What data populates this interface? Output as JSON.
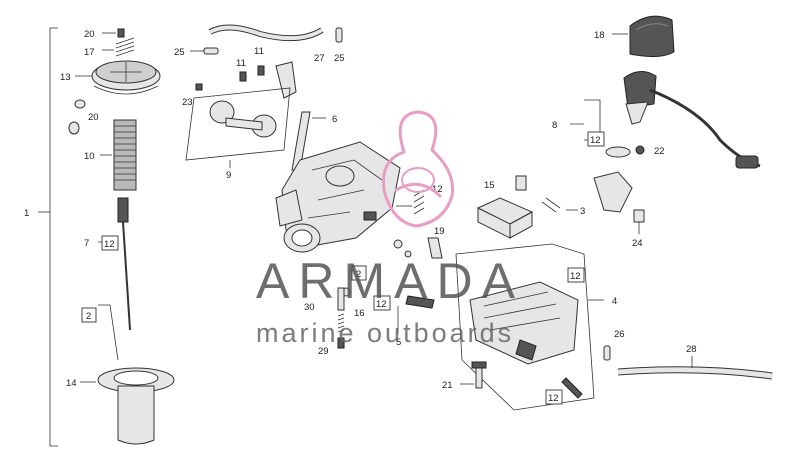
{
  "callouts": {
    "c1": "1",
    "c2a": "2",
    "c2b": "2",
    "c3": "3",
    "c4": "4",
    "c5": "5",
    "c6": "6",
    "c7": "7",
    "c8": "8",
    "c9": "9",
    "c10": "10",
    "c11a": "11",
    "c11b": "11",
    "c12a": "12",
    "c12b": "12",
    "c12c": "12",
    "c12d": "12",
    "c12e": "12",
    "c12f": "12",
    "c13": "13",
    "c14": "14",
    "c15": "15",
    "c16": "16",
    "c17": "17",
    "c18": "18",
    "c19": "19",
    "c20a": "20",
    "c20b": "20",
    "c21": "21",
    "c22": "22",
    "c23": "23",
    "c24": "24",
    "c25a": "25",
    "c25b": "25",
    "c26": "26",
    "c27": "27",
    "c28": "28",
    "c29": "29",
    "c30": "30"
  },
  "watermark": {
    "brand": "ARMADA",
    "tagline": "marine outboards",
    "logo_color": "#e89ec4"
  }
}
